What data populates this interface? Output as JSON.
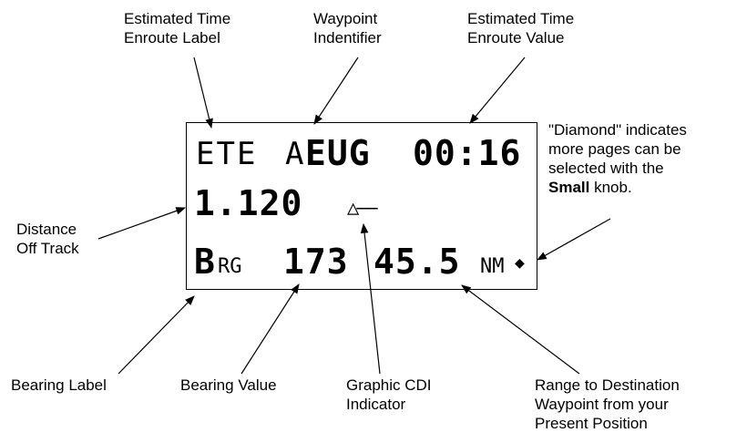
{
  "callouts": {
    "ete_label": {
      "lines": [
        "Estimated Time",
        "Enroute Label"
      ]
    },
    "waypoint_id": {
      "lines": [
        "Waypoint",
        "Indentifier"
      ]
    },
    "ete_value": {
      "lines": [
        "Estimated Time",
        "Enroute Value"
      ]
    },
    "diamond": {
      "line1": "\"Diamond\" indicates",
      "line2": "more pages can be",
      "line3": "selected with the",
      "line4_bold": "Small",
      "line4_rest": " knob."
    },
    "distance_off_track": {
      "lines": [
        "Distance",
        "Off Track"
      ]
    },
    "bearing_label": {
      "lines": [
        "Bearing Label"
      ]
    },
    "bearing_value": {
      "lines": [
        "Bearing Value"
      ]
    },
    "graphic_cdi": {
      "lines": [
        "Graphic CDI",
        "Indicator"
      ]
    },
    "range": {
      "lines": [
        "Range to Destination",
        "Waypoint from your",
        "Present Position"
      ]
    }
  },
  "display": {
    "ete_label": "ETE",
    "waypoint_prefix": "A",
    "waypoint_id": "EUG",
    "ete_value": "00:16",
    "distance_off_track": "1.120",
    "cdi_symbol": "△——",
    "bearing_label_big": "B",
    "bearing_label_small": "RG",
    "bearing_value": "173",
    "range_value": "45.5",
    "range_unit": "NM",
    "diamond_symbol": "◆"
  }
}
